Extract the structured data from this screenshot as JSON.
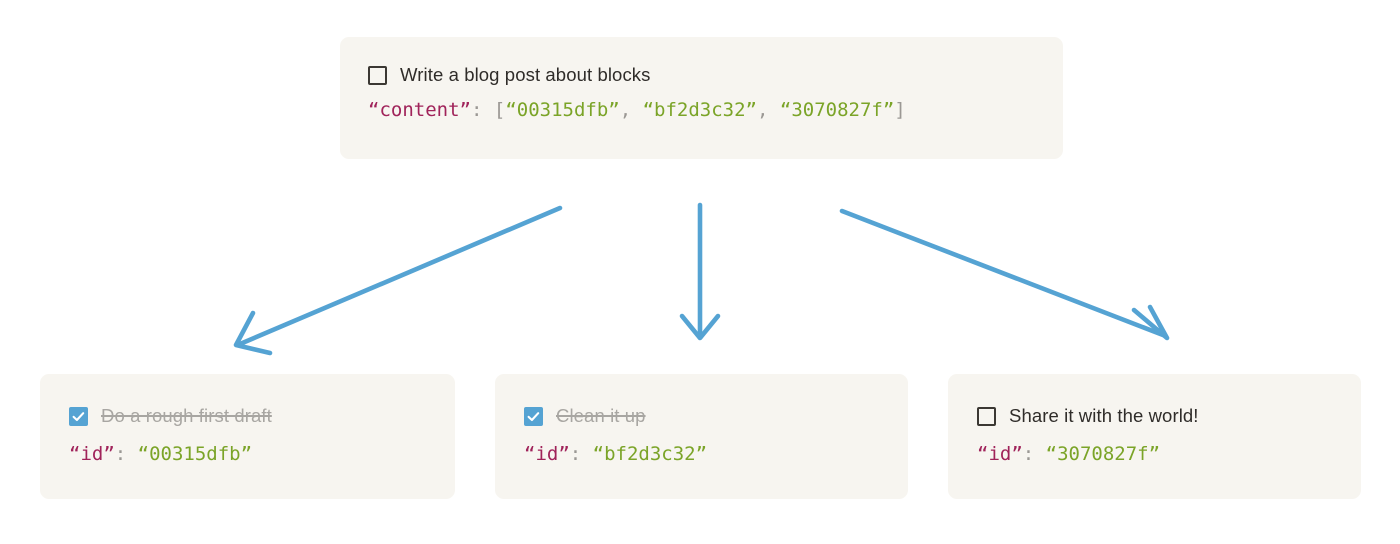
{
  "diagram": {
    "type": "block-tree",
    "accent_color": "#55a3d3",
    "card_background": "#f7f5f0",
    "key_color": "#a0235a",
    "value_color": "#7ba428",
    "punctuation_color": "#9b9894",
    "done_text_color": "#a8a6a2"
  },
  "root_block": {
    "checkbox_state": "unchecked",
    "checkbox_icon": "checkbox-empty-icon",
    "title": "Write a blog post about blocks",
    "json": {
      "key": "“content”",
      "colon": ":",
      "open_bracket": "[",
      "values": [
        "“00315dfb”",
        "“bf2d3c32”",
        "“3070827f”"
      ],
      "separator": ",",
      "close_bracket": "]"
    }
  },
  "child_blocks": [
    {
      "checkbox_state": "checked",
      "checkbox_icon": "checkbox-checked-icon",
      "title": "Do a rough first draft",
      "completed": true,
      "json": {
        "key": "“id”",
        "colon": ":",
        "value": "“00315dfb”"
      }
    },
    {
      "checkbox_state": "checked",
      "checkbox_icon": "checkbox-checked-icon",
      "title": "Clean it up",
      "completed": true,
      "json": {
        "key": "“id”",
        "colon": ":",
        "value": "“bf2d3c32”"
      }
    },
    {
      "checkbox_state": "unchecked",
      "checkbox_icon": "checkbox-empty-icon",
      "title": "Share it with the world!",
      "completed": false,
      "json": {
        "key": "“id”",
        "colon": ":",
        "value": "“3070827f”"
      }
    }
  ],
  "connectors": [
    {
      "name": "arrow-to-left-child",
      "direction": "down-left"
    },
    {
      "name": "arrow-to-middle-child",
      "direction": "down"
    },
    {
      "name": "arrow-to-right-child",
      "direction": "down-right"
    }
  ]
}
